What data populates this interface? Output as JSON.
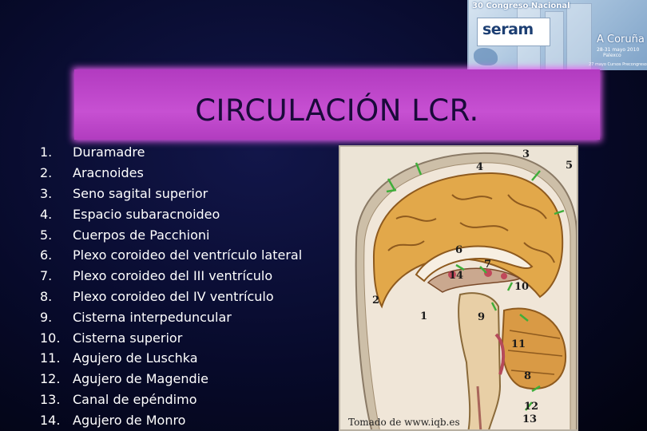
{
  "banner": {
    "congress": "30 Congreso Nacional",
    "logo": "seram",
    "city": "A Coruña",
    "dates": "28-31 mayo 2010",
    "venue": "Palexco",
    "courses": "27 mayo Cursos Precongreso"
  },
  "title": "CIRCULACIÓN LCR.",
  "items": [
    {
      "num": "1.",
      "label": "Duramadre"
    },
    {
      "num": "2.",
      "label": "Aracnoides"
    },
    {
      "num": "3.",
      "label": "Seno sagital superior"
    },
    {
      "num": "4.",
      "label": "Espacio subaracnoideo"
    },
    {
      "num": "5.",
      "label": "Cuerpos de Pacchioni"
    },
    {
      "num": "6.",
      "label": "Plexo coroideo del ventrículo lateral"
    },
    {
      "num": "7.",
      "label": "Plexo coroideo del III ventrículo"
    },
    {
      "num": "8.",
      "label": "Plexo coroideo del IV ventrículo"
    },
    {
      "num": "9.",
      "label": "Cisterna interpeduncular"
    },
    {
      "num": "10.",
      "label": "Cisterna superior"
    },
    {
      "num": "11.",
      "label": "Agujero de Luschka"
    },
    {
      "num": "12.",
      "label": "Agujero de Magendie"
    },
    {
      "num": "13.",
      "label": "Canal de epéndimo"
    },
    {
      "num": "14.",
      "label": "Agujero de Monro"
    }
  ],
  "figure": {
    "labels": [
      "1",
      "2",
      "3",
      "4",
      "5",
      "6",
      "7",
      "8",
      "9",
      "10",
      "11",
      "12",
      "13",
      "14"
    ],
    "credit": "Tomado de www.iqb.es"
  },
  "colors": {
    "background": "#070a2a",
    "title_box": "#c04acb",
    "title_text": "#1a0a3a",
    "list_text": "#ffffff",
    "cortex": "#e2a84a",
    "arrows": "#3fae3a"
  },
  "icons": [
    "brain-sagittal-illustration",
    "region-map-icon"
  ]
}
